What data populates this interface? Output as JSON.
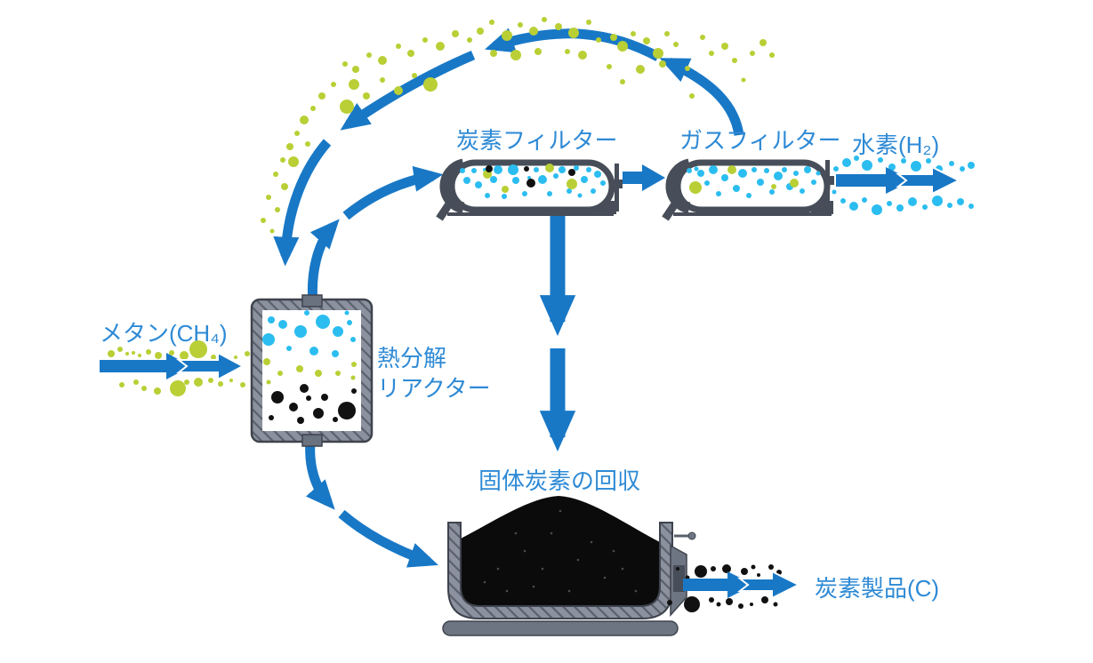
{
  "diagram": {
    "labels": {
      "methane": "メタン(CH₄)",
      "reactor_line1": "熱分解",
      "reactor_line2": "リアクター",
      "carbon_filter": "炭素フィルター",
      "gas_filter": "ガスフィルター",
      "hydrogen": "水素(H₂)",
      "recovery": "固体炭素の回収",
      "carbon_product": "炭素製品(C)"
    },
    "colors": {
      "arrow_blue": "#1878C6",
      "label_blue": "#2E8AD5",
      "methane_green": "#B9CF35",
      "hydrogen_cyan": "#2BBDF0",
      "carbon_black": "#0B0B0B",
      "vessel_dark_gray": "#474E59",
      "vessel_light_gray": "#8B919E",
      "background": "#FFFFFF"
    }
  }
}
